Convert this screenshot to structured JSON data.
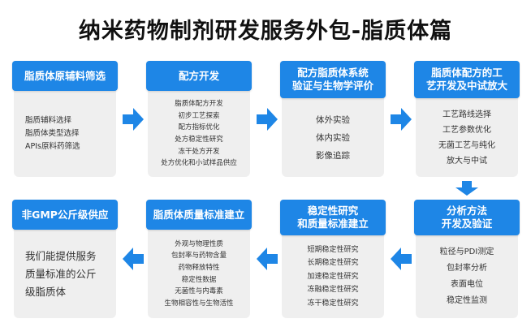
{
  "title": "纳米药物制剂研发服务外包-脂质体篇",
  "colors": {
    "accent": "#1e86e6",
    "card_bg": "#efefef",
    "text": "#333333"
  },
  "steps": [
    {
      "heading": "脂质体原辅料筛选",
      "items": [
        "脂质辅料选择",
        "脂质体类型选择",
        "APIs原料药筛选"
      ]
    },
    {
      "heading": "配方开发",
      "items": [
        "脂质体配方开发",
        "初步工艺探索",
        "配方指标优化",
        "处方稳定性研究",
        "冻干处方开发",
        "处方优化和小试样品供应"
      ]
    },
    {
      "heading_lines": [
        "配方脂质体系统",
        "验证与生物学评价"
      ],
      "items": [
        "体外实验",
        "体内实验",
        "影像追踪"
      ]
    },
    {
      "heading_lines": [
        "脂质体配方的工",
        "艺开发及中试放大"
      ],
      "items": [
        "工艺路线选择",
        "工艺参数优化",
        "无菌工艺与纯化",
        "放大与中试"
      ]
    },
    {
      "heading_lines": [
        "分析方法",
        "开发及验证"
      ],
      "items": [
        "粒径与PDI测定",
        "包封率分析",
        "表面电位",
        "稳定性监测"
      ]
    },
    {
      "heading_lines": [
        "稳定性研究",
        "和质量标准建立"
      ],
      "items": [
        "短期稳定性研究",
        "长期稳定性研究",
        "加速稳定性研究",
        "冻融稳定性研究",
        "冻干稳定性研究"
      ]
    },
    {
      "heading": "脂质体质量标准建立",
      "items": [
        "外观与物理性质",
        "包封率与药物含量",
        "药物释放特性",
        "稳定性数据",
        "无菌性与内毒素",
        "生物相容性与生物活性"
      ]
    },
    {
      "heading": "非GMP公斤级供应",
      "items": [
        "我们能提供服务",
        "质量标准的公斤",
        "级脂质体"
      ]
    }
  ]
}
